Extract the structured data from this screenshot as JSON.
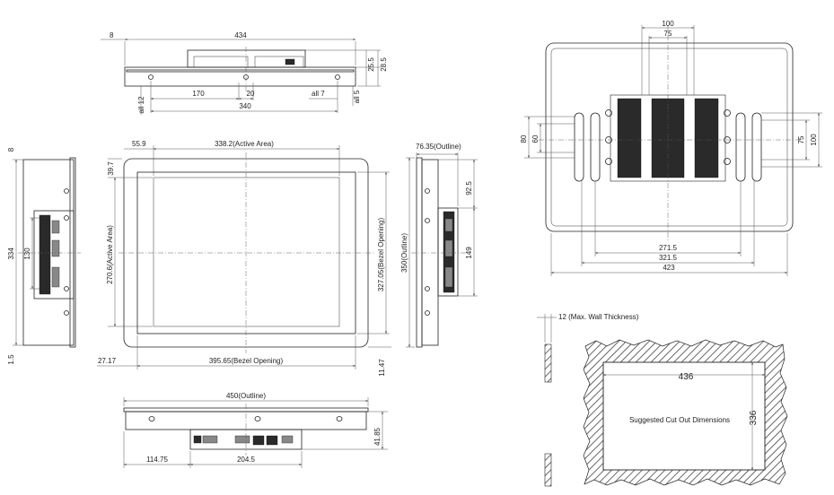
{
  "top_view": {
    "dim_8": "8",
    "dim_434": "434",
    "dim_25_5": "25.5",
    "dim_28_5": "28.5",
    "dim_170": "170",
    "dim_20": "20",
    "dim_all7": "all 7",
    "dim_340": "340",
    "dim_all12": "all 12",
    "dim_all5": "all 5"
  },
  "side_left": {
    "dim_8": "8",
    "dim_334": "334",
    "dim_130": "130",
    "dim_1_5": "1.5"
  },
  "front_view": {
    "dim_55_9": "55.9",
    "active_width": "338.2(Active Area)",
    "dim_39_7": "39.7",
    "active_height": "270.6(Active Area)",
    "bezel_height": "327.05(Bezel Opening)",
    "dim_27_17": "27.17",
    "bezel_width": "395.65(Bezel Opening)",
    "dim_11_47": "11.47"
  },
  "side_right": {
    "outline_depth": "76.35(Outline)",
    "dim_92_5": "92.5",
    "outline_height": "350(Outline)",
    "dim_149": "149"
  },
  "bottom_view": {
    "outline_width": "450(Outline)",
    "dim_41_85": "41.85",
    "dim_114_75": "114.75",
    "dim_204_5": "204.5"
  },
  "rear_view": {
    "dim_100_top": "100",
    "dim_75_top": "75",
    "dim_80": "80",
    "dim_60": "60",
    "dim_75_right": "75",
    "dim_100_right": "100",
    "dim_271_5": "271.5",
    "dim_321_5": "321.5",
    "dim_423": "423"
  },
  "cutout": {
    "wall_note": "12 (Max. Wall Thickness)",
    "width": "436",
    "height": "336",
    "caption": "Suggested Cut Out Dimensions"
  }
}
